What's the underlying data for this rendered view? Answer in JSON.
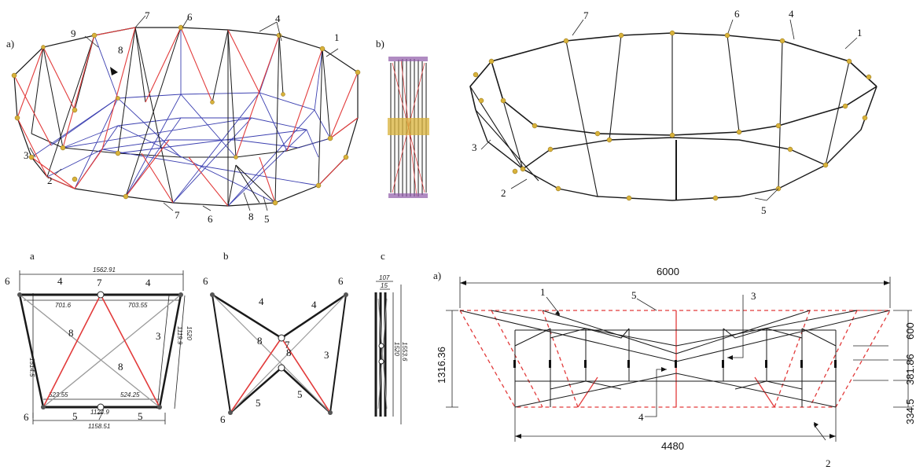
{
  "colors": {
    "black_member": "#1a1a1a",
    "red_member": "#e23b3b",
    "blue_member": "#3b3fb0",
    "grey_member": "#9a9a9a",
    "joint": "#d8b23a"
  },
  "panel_top_left": {
    "label_a": "a)",
    "label_b": "b)",
    "callouts": {
      "n1": "1",
      "n2": "2",
      "n3": "3",
      "n4": "4",
      "n5": "5",
      "n6a": "6",
      "n6b": "6",
      "n7a": "7",
      "n7b": "7",
      "n8a": "8",
      "n8b": "8",
      "n9": "9"
    }
  },
  "panel_top_right": {
    "callouts": {
      "n1": "1",
      "n2": "2",
      "n3": "3",
      "n4": "4",
      "n5": "5",
      "n6": "6",
      "n7": "7"
    }
  },
  "panel_bottom_left": {
    "label_a": "a",
    "label_b": "b",
    "label_c": "c",
    "dims": {
      "top_total": "1562.91",
      "top_left": "701.6",
      "top_right": "703.55",
      "bottom_left": "523.55",
      "bottom_right": "524.25",
      "bottom_mid": "1124.9",
      "bottom_total": "1158.51",
      "left_height": "1514.5",
      "right_height": "1119.9",
      "right_height_outer": "1520",
      "c_width_top": "107",
      "c_width_inner": "15",
      "c_height_inner": "1520",
      "c_height_outer": "1553.6"
    },
    "callouts": {
      "a6a": "6",
      "a6b": "6",
      "a4a": "4",
      "a4b": "4",
      "a7a": "7",
      "a7b": "7",
      "a8a": "8",
      "a8b": "8",
      "a3": "3",
      "a5a": "5",
      "a5b": "5",
      "b6a": "6",
      "b6b": "6",
      "b6c": "6",
      "b4a": "4",
      "b4b": "4",
      "b7": "7",
      "b8a": "8",
      "b8b": "8",
      "b3": "3",
      "b5a": "5",
      "b5b": "5"
    }
  },
  "panel_bottom_right": {
    "label_a": "a)",
    "dims": {
      "width_top": "6000",
      "width_bottom": "4480",
      "height_total": "1316.36",
      "seg_top": "600",
      "seg_mid": "381.86",
      "seg_bot": "334.5"
    },
    "callouts": {
      "n1": "1",
      "n2": "2",
      "n3": "3",
      "n4": "4",
      "n5": "5"
    }
  }
}
